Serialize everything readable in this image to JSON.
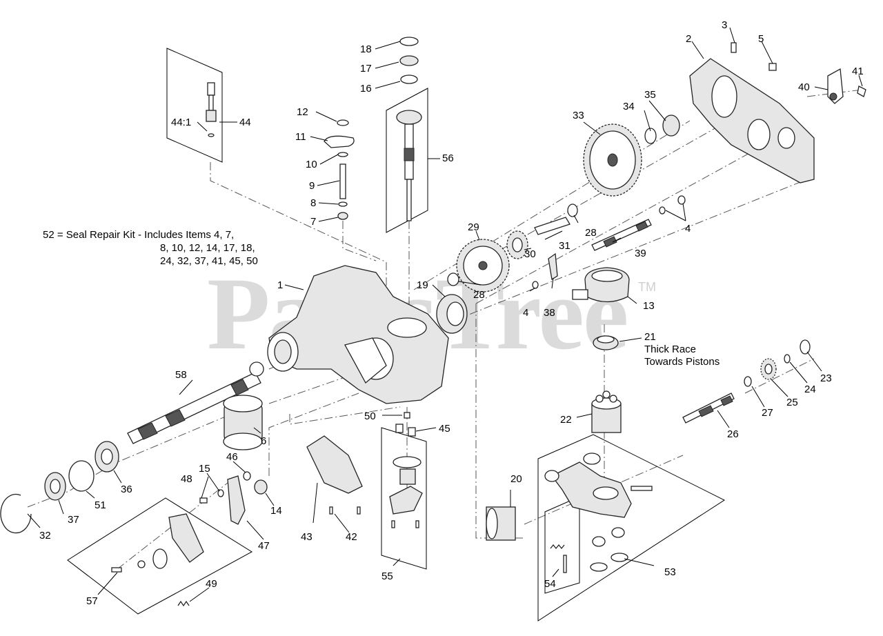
{
  "watermark": {
    "text": "PartsTree",
    "tm": "TM"
  },
  "notes": {
    "seal_kit_line1": "52 = Seal Repair Kit - Includes Items 4, 7,",
    "seal_kit_line2": "8, 10, 12, 14, 17, 18,",
    "seal_kit_line3": "24, 32, 37, 41, 45, 50",
    "thick_race_line1": "Thick Race",
    "thick_race_line2": "Towards Pistons"
  },
  "callouts": {
    "c1": "1",
    "c2": "2",
    "c3": "3",
    "c4a": "4",
    "c4b": "4",
    "c5": "5",
    "c6": "6",
    "c7": "7",
    "c8": "8",
    "c9": "9",
    "c10": "10",
    "c11": "11",
    "c12": "12",
    "c13": "13",
    "c14": "14",
    "c15": "15",
    "c16": "16",
    "c17": "17",
    "c18": "18",
    "c19": "19",
    "c20": "20",
    "c21": "21",
    "c22": "22",
    "c23": "23",
    "c24": "24",
    "c25": "25",
    "c26": "26",
    "c27": "27",
    "c28a": "28",
    "c28b": "28",
    "c29": "29",
    "c30": "30",
    "c31": "31",
    "c32": "32",
    "c33": "33",
    "c34": "34",
    "c35": "35",
    "c36": "36",
    "c37": "37",
    "c38": "38",
    "c39": "39",
    "c40": "40",
    "c41": "41",
    "c42": "42",
    "c43": "43",
    "c44": "44",
    "c44_1": "44:1",
    "c45": "45",
    "c46": "46",
    "c47": "47",
    "c48": "48",
    "c49": "49",
    "c50": "50",
    "c51": "51",
    "c53": "53",
    "c54": "54",
    "c55": "55",
    "c56": "56",
    "c57": "57",
    "c58": "58"
  }
}
